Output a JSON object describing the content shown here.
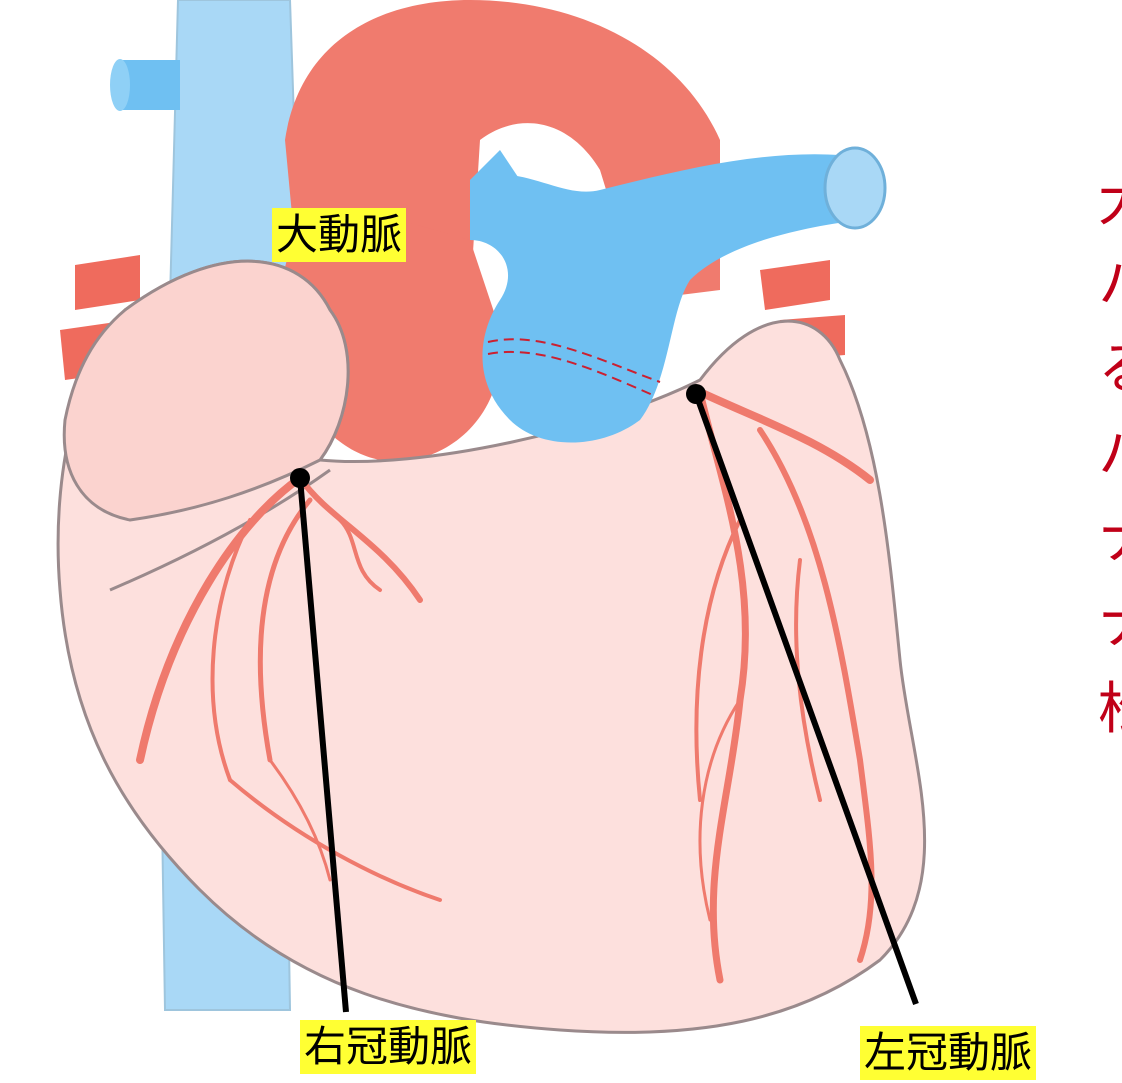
{
  "labels": {
    "aorta": "大動脈",
    "right_coronary": "右冠動脈",
    "left_coronary": "左冠動脈"
  },
  "side_text": [
    "大",
    "ハ",
    "る",
    "ハ",
    "ナ",
    "ナ",
    "松"
  ],
  "colors": {
    "aorta_red": "#f07b6e",
    "vessel_red": "#ef7a6d",
    "vein_blue": "#6fc0f2",
    "vein_blue_light": "#a9d8f6",
    "heart_fill": "#fde0dd",
    "heart_outline": "#9a8a8c",
    "label_bg": "#ffff33",
    "side_text": "#c00018"
  }
}
